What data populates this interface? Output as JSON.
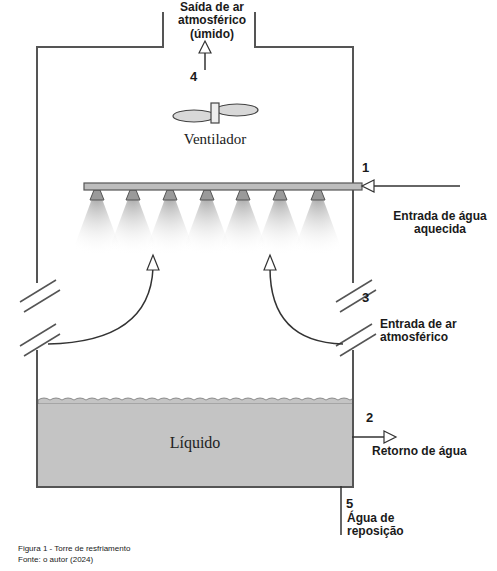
{
  "diagram": {
    "caption": "Figura 1 - Torre de resfriamento",
    "nodes": [
      {
        "text": [
          "Líquido"
        ]
      }
    ],
    "labels": [
      "Saída de ar atmosférico (úmido)",
      "4",
      "Ventilador",
      "1",
      "Entrada de água aquecida",
      "3",
      "Entrada de ar atmosférico",
      "2",
      "Retorno de água",
      "5",
      "Água de reposição",
      "Fonte: o autor (2024)"
    ]
  }
}
